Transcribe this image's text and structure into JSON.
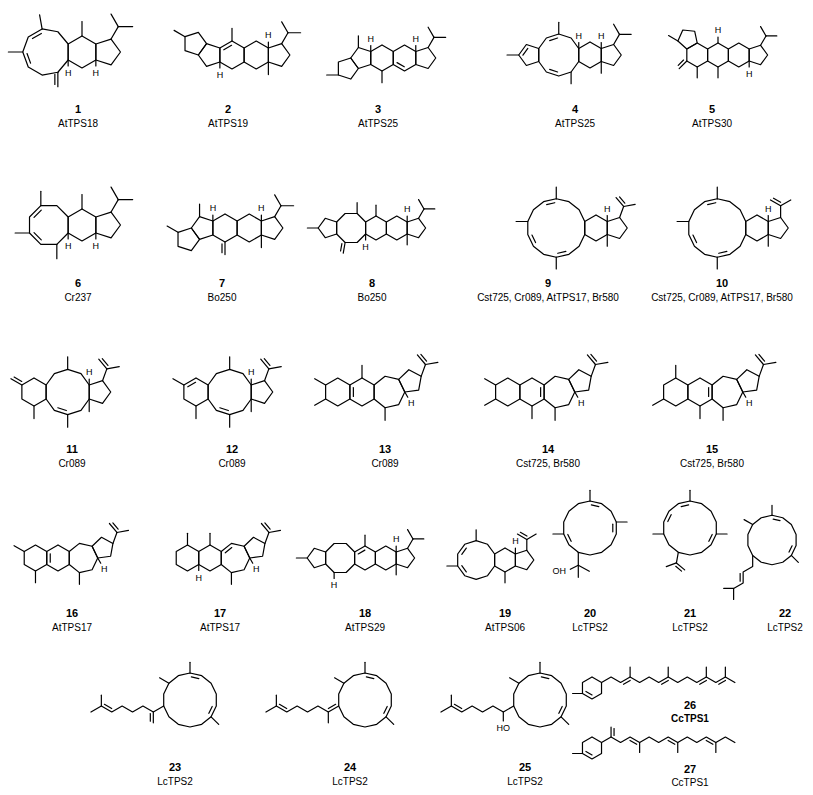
{
  "diagram": {
    "labels": [
      "H",
      "H",
      "1",
      "AtTPS18",
      "H",
      "H",
      "2",
      "AtTPS19",
      "H",
      "H",
      "3",
      "AtTPS25",
      "H",
      "H",
      "4",
      "AtTPS25",
      "H",
      "H",
      "5",
      "AtTPS30",
      "H",
      "H",
      "6",
      "Cr237",
      "H",
      "H",
      "7",
      "Bo250",
      "H",
      "H",
      "8",
      "Bo250",
      "H",
      "9",
      "Cst725, Cr089, AtTPS17, Br580",
      "H",
      "10",
      "Cst725, Cr089, AtTPS17, Br580",
      "H",
      "11",
      "Cr089",
      "H",
      "12",
      "Cr089",
      "H",
      "13",
      "Cr089",
      "H",
      "14",
      "Cst725, Br580",
      "H",
      "15",
      "Cst725, Br580",
      "H",
      "16",
      "AtTPS17",
      "H",
      "H",
      "17",
      "AtTPS17",
      "H",
      "H",
      "18",
      "AtTPS29",
      "H",
      "19",
      "AtTPS06",
      "OH",
      "20",
      "LcTPS2",
      "21",
      "LcTPS2",
      "22",
      "LcTPS2",
      "23",
      "LcTPS2",
      "24",
      "LcTPS2",
      "HO",
      "25",
      "LcTPS2",
      "26",
      "CcTPS1",
      "27",
      "CcTPS1"
    ]
  }
}
